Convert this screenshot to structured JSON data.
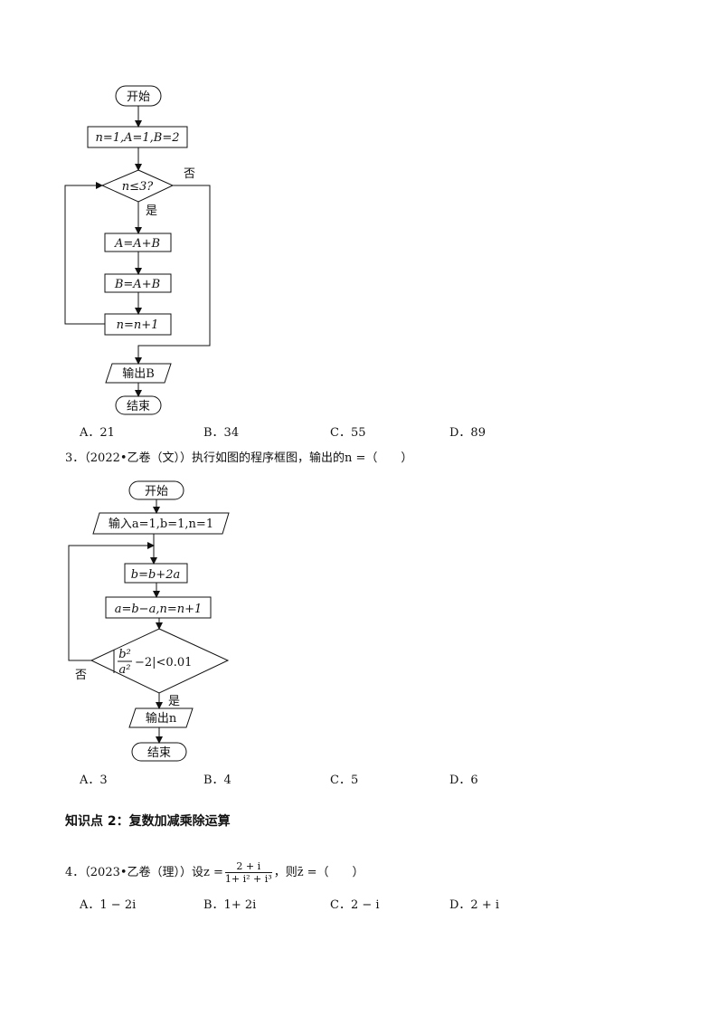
{
  "flowchart1": {
    "start": "开始",
    "init": "n=1,A=1,B=2",
    "condition": "n≤3?",
    "no_label": "否",
    "yes_label": "是",
    "step1": "A=A+B",
    "step2": "B=A+B",
    "step3": "n=n+1",
    "output": "输出B",
    "end": "结束"
  },
  "q2_options": [
    "A．21",
    "B．34",
    "C．55",
    "D．89"
  ],
  "q3": {
    "stem": "3．（2022•乙卷（文））执行如图的程序框图，输出的n =（　　）",
    "options": [
      "A．3",
      "B．4",
      "C．5",
      "D．6"
    ]
  },
  "flowchart2": {
    "start": "开始",
    "input": "输入a=1,b=1,n=1",
    "step1": "b=b+2a",
    "step2": "a=b−a,n=n+1",
    "condition_num": "b²",
    "condition_den": "a²",
    "condition_rest": "−2|<0.01",
    "no_label": "否",
    "yes_label": "是",
    "output": "输出n",
    "end": "结束"
  },
  "section_heading": "知识点 2：复数加减乘除运算",
  "q4": {
    "stem_prefix": "4．（2023•乙卷（理））设z =",
    "frac_num": "2 + i",
    "frac_den": "1+ i² + i³",
    "stem_suffix": "，则z̄ =（　　）",
    "options": [
      "A．1 − 2i",
      "B．1+ 2i",
      "C．2 − i",
      "D．2 + i"
    ]
  }
}
